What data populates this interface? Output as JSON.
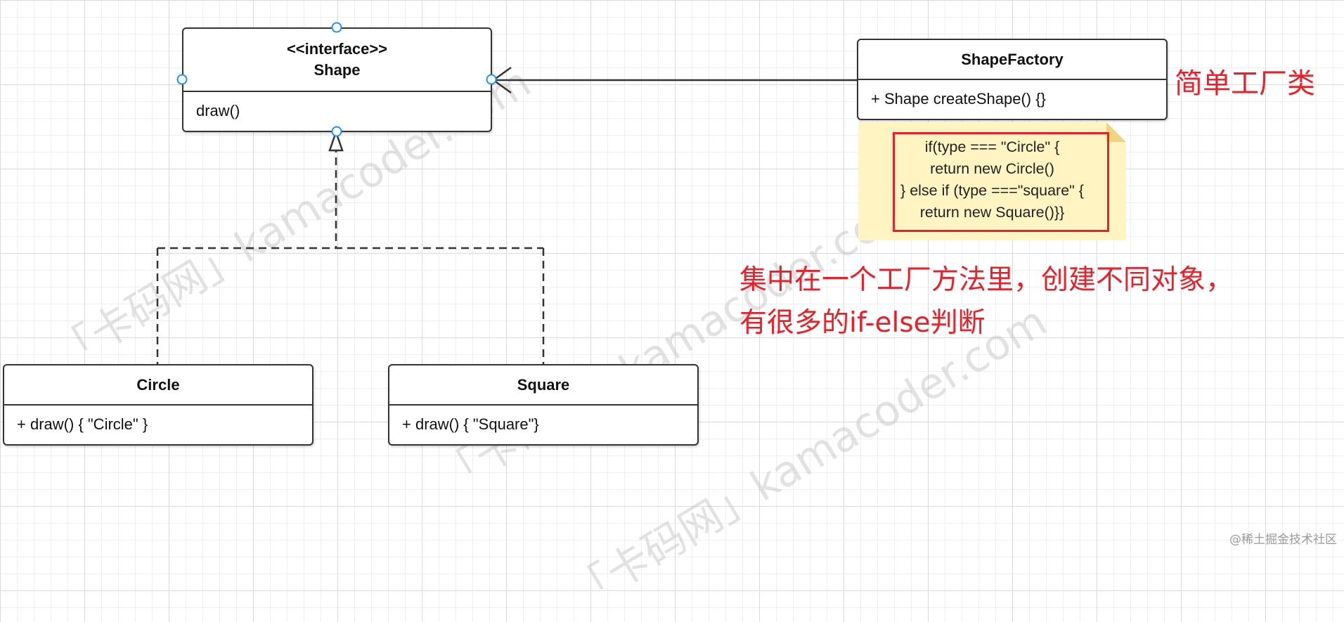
{
  "shape_interface": {
    "stereotype": "<<interface>>",
    "name": "Shape",
    "method": "draw()"
  },
  "shape_factory": {
    "name": "ShapeFactory",
    "method": "+ Shape createShape() {}"
  },
  "circle": {
    "name": "Circle",
    "method": "+ draw() { \"Circle\" }"
  },
  "square": {
    "name": "Square",
    "method": "+ draw() { \"Square\"}"
  },
  "note": {
    "lines": [
      "if(type === \"Circle\" {",
      "return new Circle()",
      "} else if (type ===\"square\" {",
      "return new Square()}}"
    ]
  },
  "annotations": {
    "factory_label": "简单工厂类",
    "description_line1": "集中在一个工厂方法里，创建不同对象，",
    "description_line2": "有很多的if-else判断"
  },
  "watermark": "「卡码网」kamacoder.com",
  "credit": "@稀土掘金技术社区",
  "colors": {
    "accent_red": "#e8202a",
    "note_fill": "#fff4c2",
    "connector_handle": "#1e90ff",
    "line": "#333333"
  }
}
